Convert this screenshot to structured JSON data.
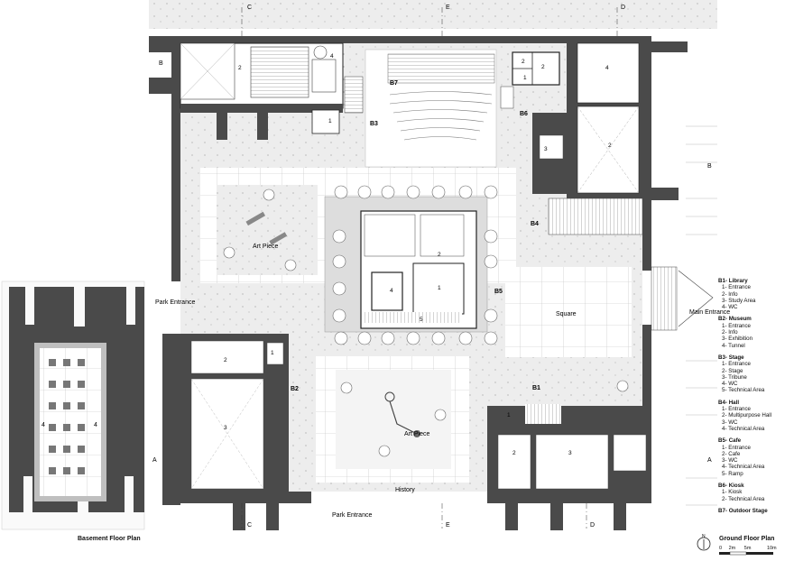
{
  "colors": {
    "wall": "#4a4a4a",
    "floor": "#f2f2f2",
    "court": "#dcdcdc",
    "line": "#222222",
    "tree": "#8c8c8c"
  },
  "section_marks": {
    "A": "A",
    "B": "B",
    "C": "C",
    "D": "D",
    "E": "E"
  },
  "labels": {
    "b1": "B1",
    "b2": "B2",
    "b3": "B3",
    "b4": "B4",
    "b5": "B5",
    "b6": "B6",
    "b7": "B7",
    "art_piece_1": "Art Piece",
    "art_piece_2": "Art Piece",
    "square": "Square",
    "history": "History",
    "park_entrance_left": "Park\nEntrance",
    "park_entrance_bottom": "Park\nEntrance",
    "main_entrance": "Main\nEntrance"
  },
  "room_numbers": [
    "1",
    "2",
    "3",
    "4",
    "5"
  ],
  "legend": [
    {
      "title": "B1- Library",
      "items": [
        "1- Entrance",
        "2- Info",
        "3- Study Area",
        "4- WC"
      ]
    },
    {
      "title": "B2- Museum",
      "items": [
        "1- Entrance",
        "2- Info",
        "3- Exhibition",
        "4- Tunnel"
      ]
    },
    {
      "title": "B3- Stage",
      "items": [
        "1- Entrance",
        "2- Stage",
        "3- Tribune",
        "4- WC",
        "5- Technical Area"
      ]
    },
    {
      "title": "B4- Hall",
      "items": [
        "1- Entrance",
        "2- Multipurpose Hall",
        "3- WC",
        "4- Technical Area"
      ]
    },
    {
      "title": "B5- Cafe",
      "items": [
        "1- Entrance",
        "2- Cafe",
        "3- WC",
        "4- Technical Area",
        "5- Ramp"
      ]
    },
    {
      "title": "B6- Kiosk",
      "items": [
        "1- Kiosk",
        "2- Technical Area"
      ]
    },
    {
      "title": "B7- Outdoor Stage",
      "items": []
    }
  ],
  "captions": {
    "basement": "Basement Floor Plan",
    "ground": "Ground Floor Plan"
  },
  "scale": {
    "north": "N",
    "ticks": [
      "0",
      "2m",
      "5m",
      "10m"
    ]
  }
}
